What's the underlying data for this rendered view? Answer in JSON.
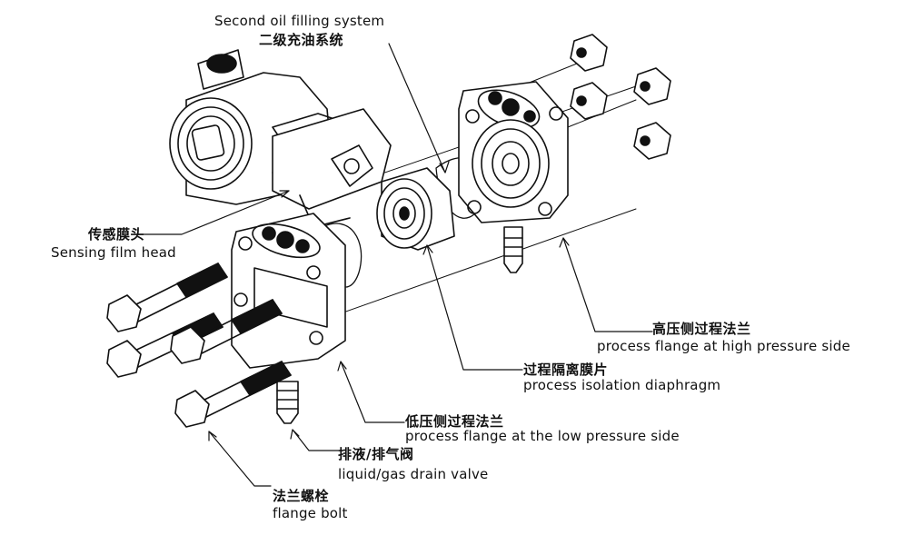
{
  "labels": {
    "second_oil": {
      "en": "Second oil filling system",
      "zh": "二级充油系统"
    },
    "sensing_head": {
      "zh": "传感膜头",
      "en": "Sensing film head"
    },
    "high_flange": {
      "zh": "高压侧过程法兰",
      "en": "process flange at high pressure side"
    },
    "isolation_diaphragm": {
      "zh": "过程隔离膜片",
      "en": "process isolation diaphragm"
    },
    "low_flange": {
      "zh": "低压侧过程法兰",
      "en": "process flange at the low pressure side"
    },
    "drain_valve": {
      "zh": "排液/排气阀",
      "en": "liquid/gas drain valve"
    },
    "flange_bolt": {
      "zh": "法兰螺栓",
      "en": "flange bolt"
    }
  }
}
